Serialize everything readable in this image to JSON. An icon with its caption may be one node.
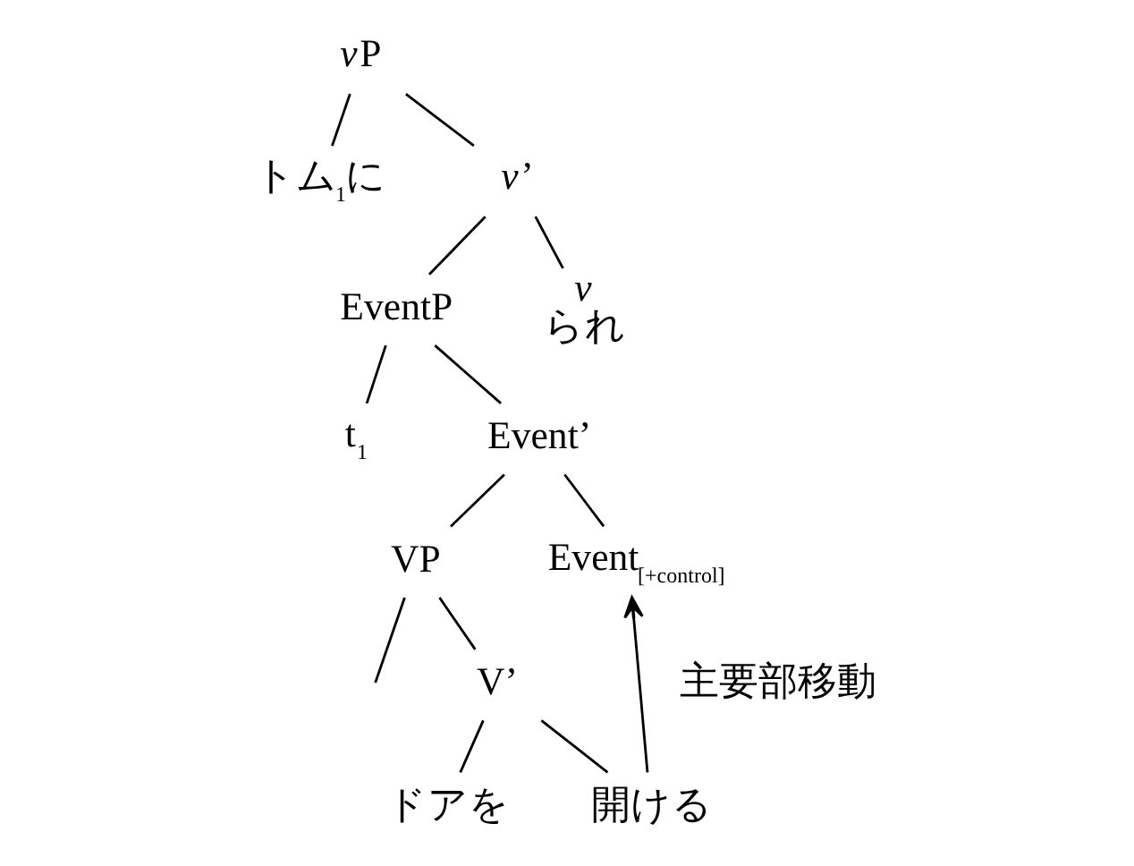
{
  "diagram": {
    "nodes": [
      {
        "text": [
          "vP"
        ]
      },
      {
        "text": [
          "トム$_{1}$に"
        ]
      },
      {
        "text": [
          "v’"
        ]
      },
      {
        "text": [
          "EventP"
        ]
      },
      {
        "text": [
          "v",
          "られ"
        ]
      },
      {
        "text": [
          "t$_{1}$"
        ]
      },
      {
        "text": [
          "Event’"
        ]
      },
      {
        "text": [
          "VP"
        ]
      },
      {
        "text": [
          "Event$_{[+control]}$"
        ]
      },
      {
        "text": [
          "V’"
        ]
      },
      {
        "text": [
          "ドアを"
        ]
      },
      {
        "text": [
          "開ける"
        ]
      }
    ],
    "edges": [
      {
        "from": 0,
        "to": 1,
        "arrow": "none"
      },
      {
        "from": 0,
        "to": 2,
        "arrow": "none"
      },
      {
        "from": 2,
        "to": 3,
        "arrow": "none"
      },
      {
        "from": 2,
        "to": 4,
        "arrow": "none"
      },
      {
        "from": 3,
        "to": 5,
        "arrow": "none"
      },
      {
        "from": 3,
        "to": 6,
        "arrow": "none"
      },
      {
        "from": 6,
        "to": 7,
        "arrow": "none"
      },
      {
        "from": 6,
        "to": 8,
        "arrow": "none"
      },
      {
        "from": 7,
        "to": null,
        "arrow": "none"
      },
      {
        "from": 7,
        "to": 9,
        "arrow": "none"
      },
      {
        "from": 9,
        "to": 10,
        "arrow": "none"
      },
      {
        "from": 9,
        "to": 11,
        "arrow": "none"
      },
      {
        "from": 11,
        "to": 8,
        "arrow": "to",
        "label": "主要部移動"
      }
    ]
  }
}
